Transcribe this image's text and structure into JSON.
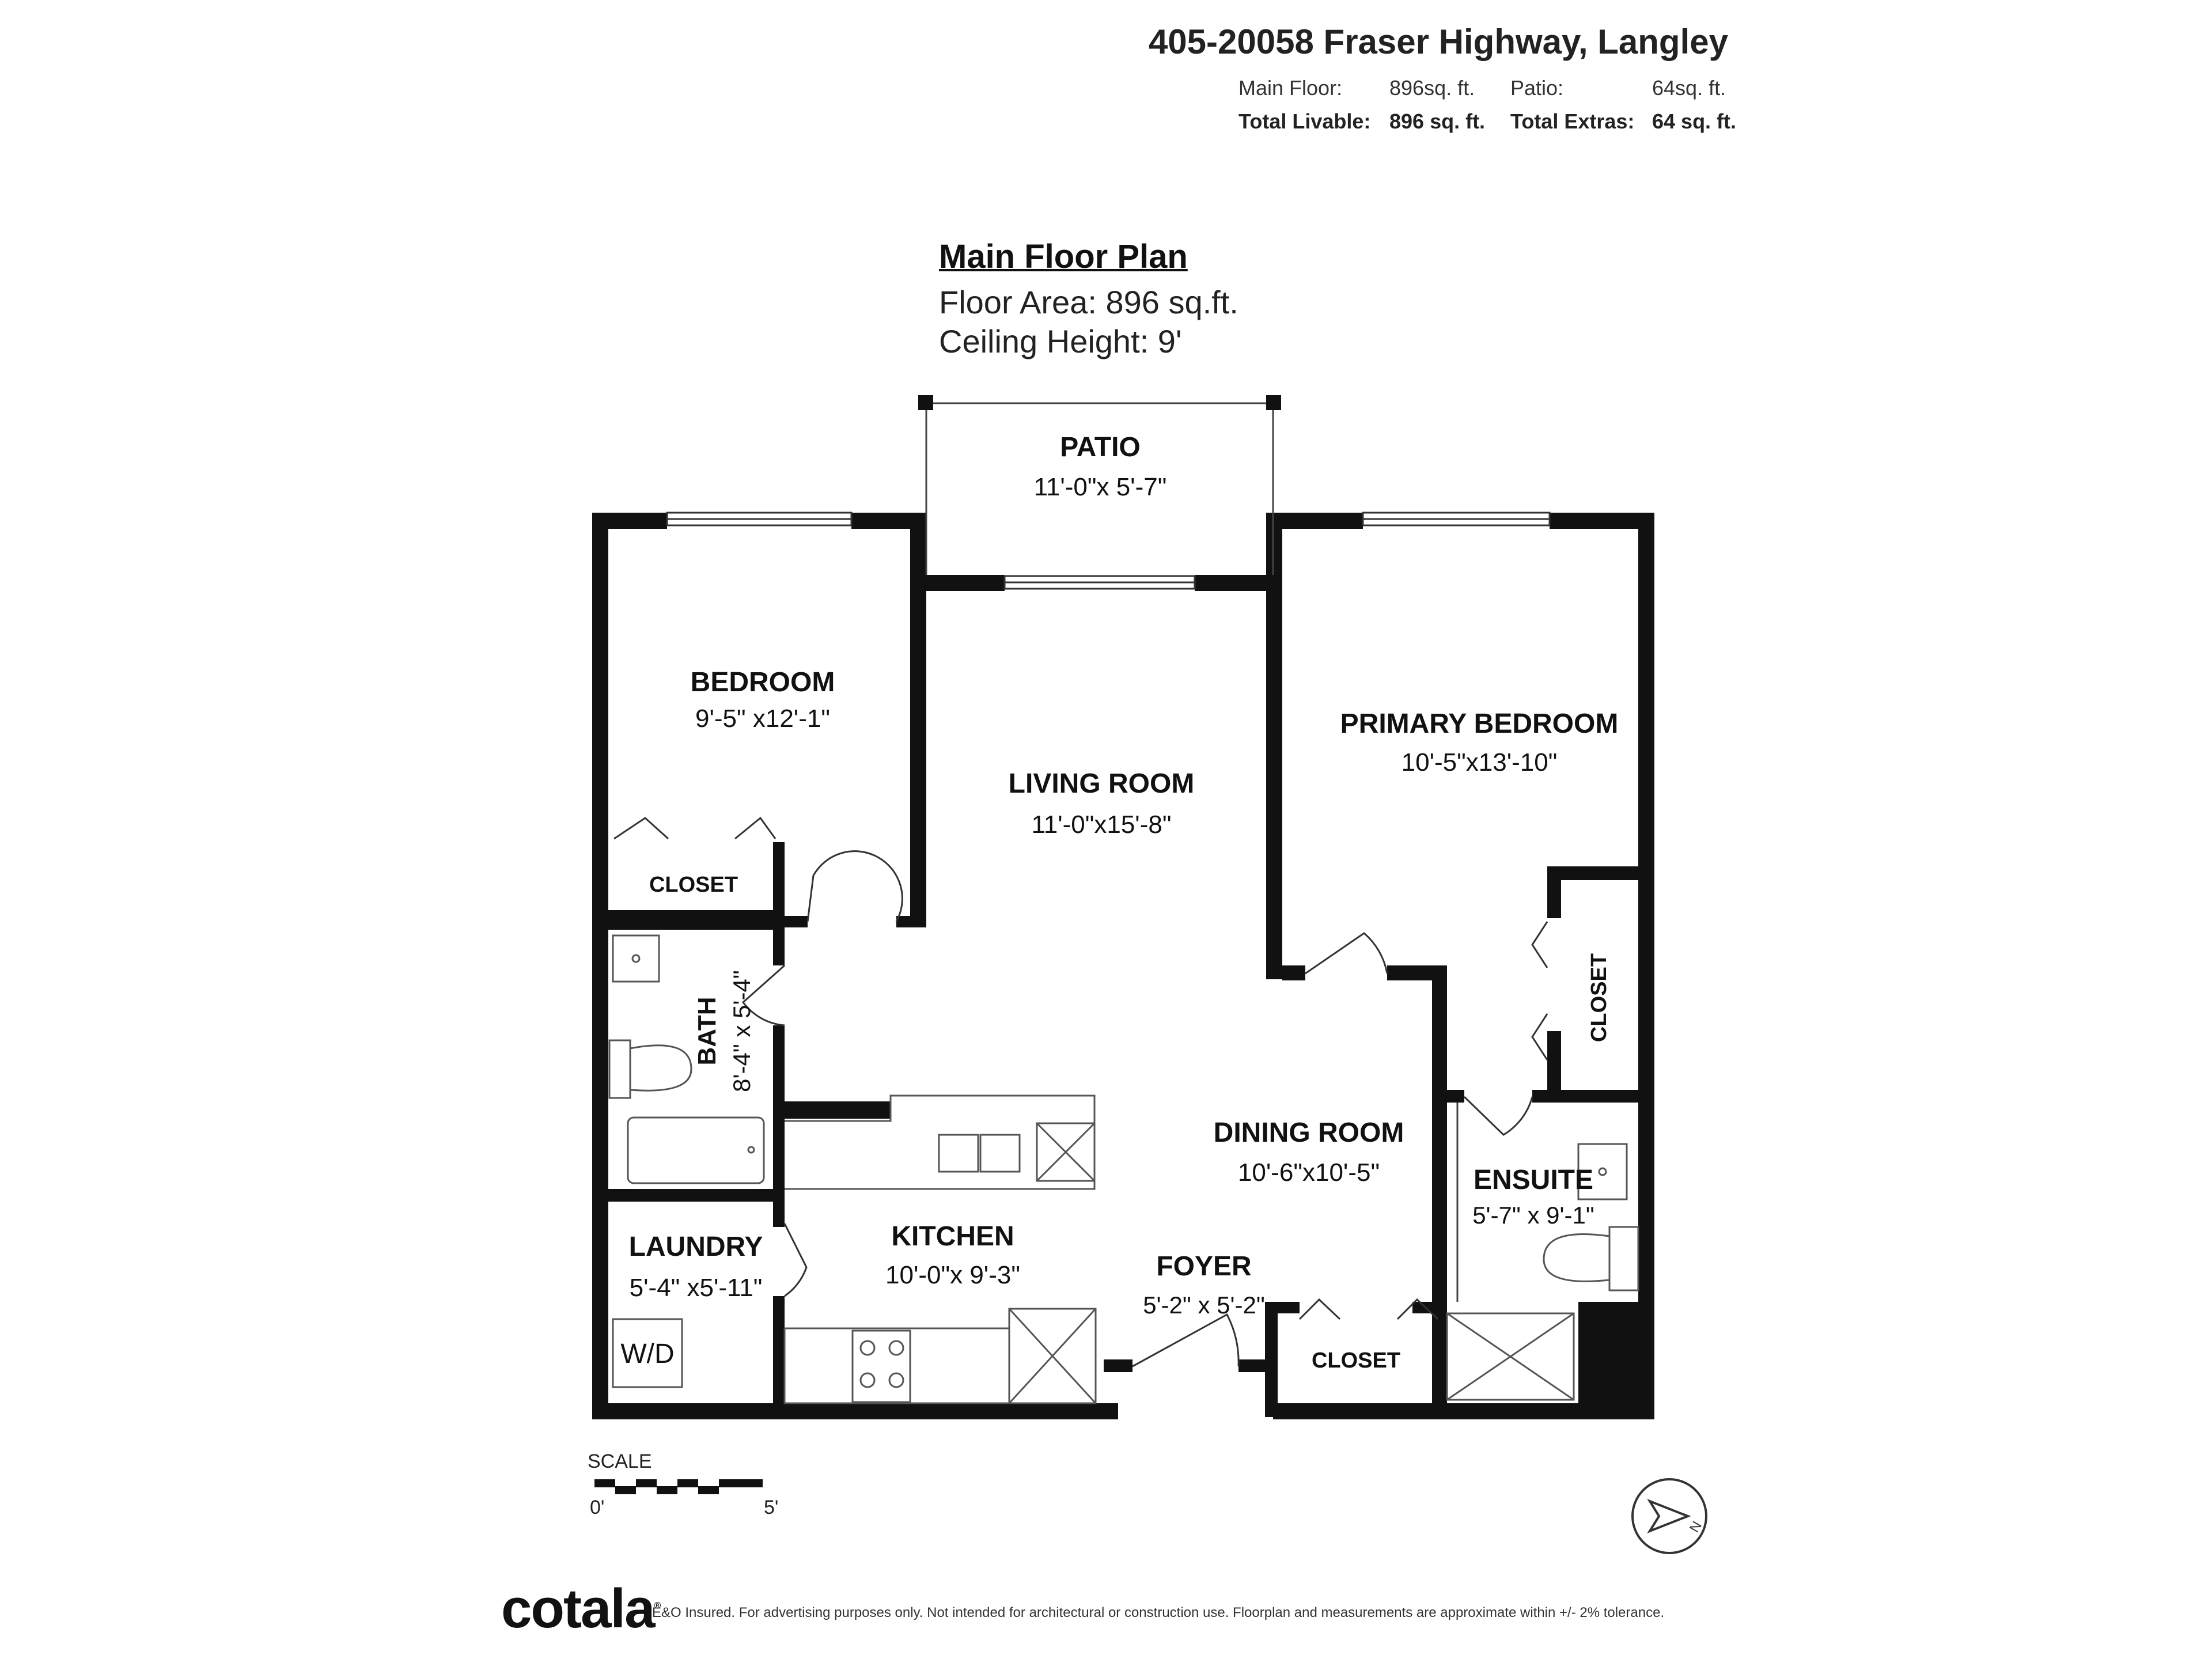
{
  "header": {
    "address": "405-20058 Fraser Highway, Langley",
    "main_floor_label": "Main Floor:",
    "main_floor_value": "896sq. ft.",
    "patio_label": "Patio:",
    "patio_value": "64sq. ft.",
    "total_livable_label": "Total Livable:",
    "total_livable_value": "896 sq. ft.",
    "total_extras_label": "Total Extras:",
    "total_extras_value": "64 sq. ft."
  },
  "plan": {
    "title": "Main Floor Plan",
    "floor_area": "Floor Area: 896 sq.ft.",
    "ceiling_height": "Ceiling Height: 9'"
  },
  "rooms": {
    "patio": {
      "name": "PATIO",
      "dim": "11'-0\"x  5'-7\""
    },
    "bedroom": {
      "name": "BEDROOM",
      "dim": "9'-5\" x12'-1\""
    },
    "bedroom_closet": {
      "name": "CLOSET"
    },
    "living": {
      "name": "LIVING ROOM",
      "dim": "11'-0\"x15'-8\""
    },
    "primary": {
      "name": "PRIMARY BEDROOM",
      "dim": "10'-5\"x13'-10\""
    },
    "primary_closet": {
      "name": "CLOSET"
    },
    "bath": {
      "name": "BATH",
      "dim": "8'-4\" x 5'-4\""
    },
    "dining": {
      "name": "DINING ROOM",
      "dim": "10'-6\"x10'-5\""
    },
    "ensuite": {
      "name": "ENSUITE",
      "dim": "5'-7\"  x  9'-1\""
    },
    "laundry": {
      "name": "LAUNDRY",
      "dim": "5'-4\" x5'-11\""
    },
    "kitchen": {
      "name": "KITCHEN",
      "dim": "10'-0\"x  9'-3\""
    },
    "foyer": {
      "name": "FOYER",
      "dim": "5'-2\"  x  5'-2\""
    },
    "foyer_closet": {
      "name": "CLOSET"
    },
    "washer_dryer": "W/D"
  },
  "scale": {
    "label": "SCALE",
    "start": "0'",
    "end": "5'"
  },
  "compass": {
    "letter": "N"
  },
  "footer": {
    "logo": "cotala",
    "disclaimer": "E&O Insured. For advertising purposes only. Not intended for architectural or construction use. Floorplan and measurements are approximate within +/- 2% tolerance."
  },
  "colors": {
    "wall": "#111111",
    "fixture": "#555555",
    "background": "#ffffff"
  }
}
